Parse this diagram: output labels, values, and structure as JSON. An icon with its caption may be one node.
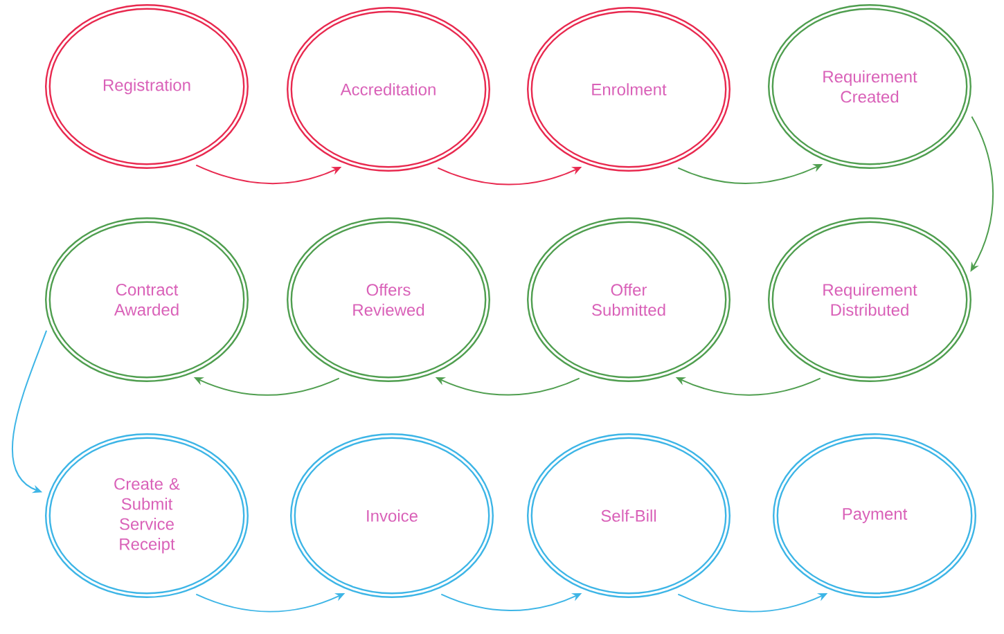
{
  "diagram": {
    "nodes": [
      {
        "text": [
          "Registration"
        ]
      },
      {
        "text": [
          "Accreditation"
        ]
      },
      {
        "text": [
          "Enrolment"
        ]
      },
      {
        "text": [
          "Requirement Created"
        ]
      },
      {
        "text": [
          "Contract Awarded"
        ]
      },
      {
        "text": [
          "Offers Reviewed"
        ]
      },
      {
        "text": [
          "Offer Submitted"
        ]
      },
      {
        "text": [
          "Requirement Distributed"
        ]
      },
      {
        "text": [
          "Create & Submit Service Receipt"
        ]
      },
      {
        "text": [
          "Invoice"
        ]
      },
      {
        "text": [
          "Self-Bill"
        ]
      },
      {
        "text": [
          "Payment"
        ]
      }
    ],
    "edges": [
      {
        "from": 0,
        "to": 1,
        "arrow": "to",
        "color": "#e8294f"
      },
      {
        "from": 1,
        "to": 2,
        "arrow": "to",
        "color": "#e8294f"
      },
      {
        "from": 2,
        "to": 3,
        "arrow": "to"
      },
      {
        "from": 3,
        "to": 7,
        "arrow": "to"
      },
      {
        "from": 7,
        "to": 6,
        "arrow": "to"
      },
      {
        "from": 6,
        "to": 5,
        "arrow": "to"
      },
      {
        "from": 5,
        "to": 4,
        "arrow": "to"
      },
      {
        "from": 4,
        "to": 8,
        "arrow": "to",
        "color": "#3db5e6"
      },
      {
        "from": 8,
        "to": 9,
        "arrow": "to",
        "color": "#3db5e6"
      },
      {
        "from": 9,
        "to": 10,
        "arrow": "to",
        "color": "#3db5e6"
      },
      {
        "from": 10,
        "to": 11,
        "arrow": "to",
        "color": "#3db5e6"
      }
    ]
  }
}
